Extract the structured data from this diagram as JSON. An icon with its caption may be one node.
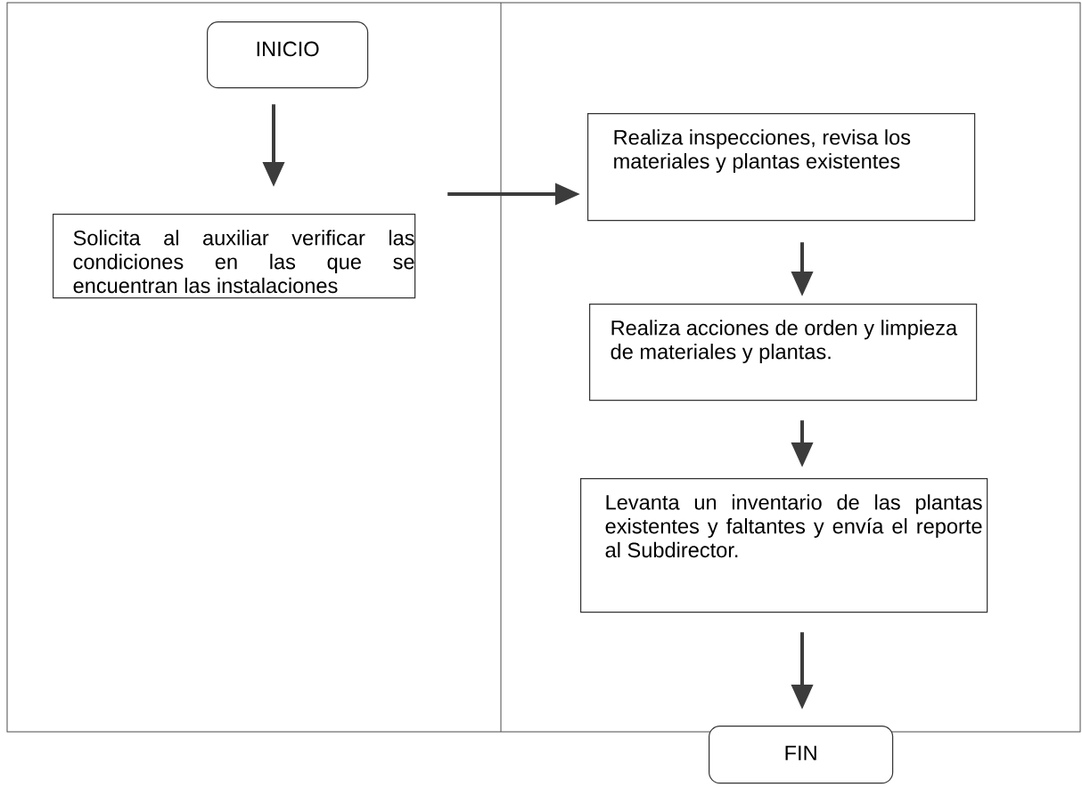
{
  "diagram": {
    "nodes": [
      {
        "text": [
          "INICIO"
        ]
      },
      {
        "text": [
          "Solicita al auxiliar verificar las condiciones en las que se encuentran las instalaciones"
        ]
      },
      {
        "text": [
          "Realiza inspecciones, revisa los materiales y plantas existentes"
        ]
      },
      {
        "text": [
          "Realiza acciones de orden y limpieza de materiales y plantas."
        ]
      },
      {
        "text": [
          "Levanta un inventario de las plantas existentes y faltantes y envía el reporte al Subdirector."
        ]
      },
      {
        "text": [
          "FIN"
        ]
      }
    ],
    "edges": [
      {
        "from": 0,
        "to": 1,
        "arrow": "to"
      },
      {
        "from": 1,
        "to": 2,
        "arrow": "to"
      },
      {
        "from": 2,
        "to": 3,
        "arrow": "to"
      },
      {
        "from": 3,
        "to": 4,
        "arrow": "to"
      },
      {
        "from": 4,
        "to": 5,
        "arrow": "to"
      }
    ]
  }
}
